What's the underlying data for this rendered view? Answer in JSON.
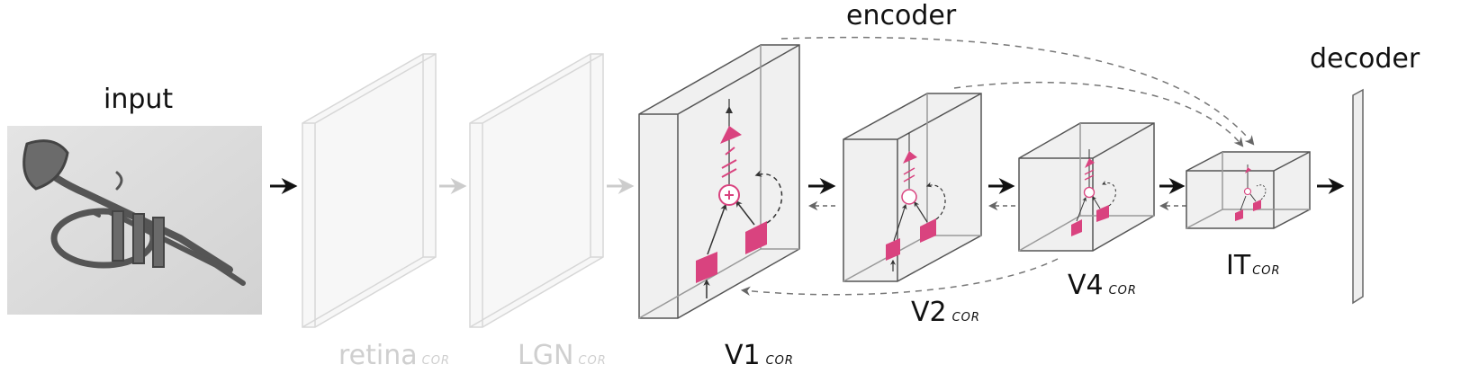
{
  "labels": {
    "encoder": "encoder",
    "decoder": "decoder",
    "input": "input"
  },
  "stages": [
    {
      "name": "retina",
      "suffix": "COR"
    },
    {
      "name": "LGN",
      "suffix": "COR"
    },
    {
      "name": "V1",
      "suffix": "COR"
    },
    {
      "name": "V2",
      "suffix": "COR"
    },
    {
      "name": "V4",
      "suffix": "COR"
    },
    {
      "name": "IT",
      "suffix": "COR"
    }
  ],
  "colors": {
    "accent": "#d9437f",
    "faint": "#d0d0d0",
    "box_fill": "#efefef",
    "box_stroke": "#555555",
    "arrow": "#111111",
    "dashed": "#777777"
  },
  "icons": {
    "input_image": "flugelhorn-photo"
  }
}
